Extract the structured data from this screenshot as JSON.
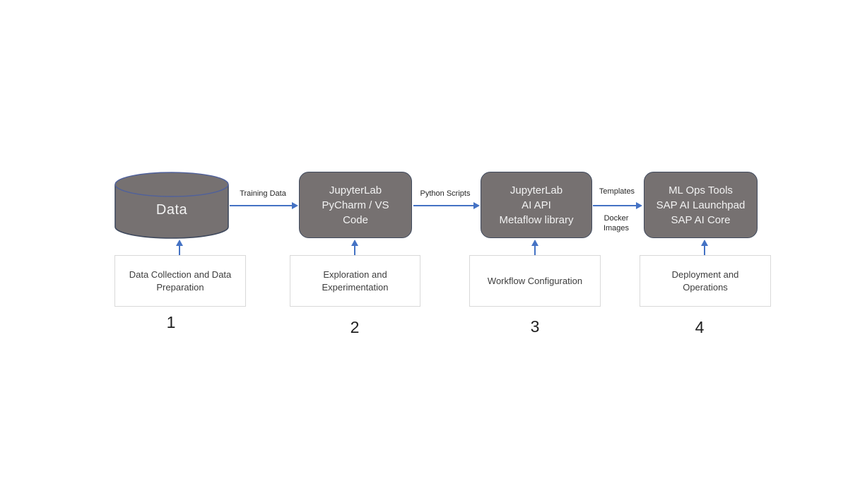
{
  "stages": [
    {
      "number": "1",
      "tool": {
        "shape": "cylinder",
        "lines": [
          "Data"
        ]
      },
      "activity": "Data Collection and Data Preparation"
    },
    {
      "number": "2",
      "tool": {
        "shape": "rounded-box",
        "lines": [
          "JupyterLab",
          "PyCharm / VS",
          "Code"
        ]
      },
      "activity": "Exploration and Experimentation"
    },
    {
      "number": "3",
      "tool": {
        "shape": "rounded-box",
        "lines": [
          "JupyterLab",
          "AI API",
          "Metaflow library"
        ]
      },
      "activity": "Workflow Configuration"
    },
    {
      "number": "4",
      "tool": {
        "shape": "rounded-box",
        "lines": [
          "ML Ops Tools",
          "SAP AI Launchpad",
          "SAP AI Core"
        ]
      },
      "activity": "Deployment and Operations"
    }
  ],
  "connections": [
    {
      "id": "data-to-ide",
      "label": "Training Data"
    },
    {
      "id": "ide-to-workflow",
      "label": "Python Scripts"
    },
    {
      "id": "workflow-to-mlops",
      "label_above": "Templates",
      "label_below_lines": [
        "Docker",
        "Images"
      ]
    }
  ],
  "colors": {
    "node_fill": "#767171",
    "node_border": "#404a5e",
    "cylinder_top_stroke": "#50619b",
    "arrow": "#4472c4",
    "activity_border": "#d9d9d9",
    "text_light": "#f2f2f2",
    "text_dark": "#262626"
  }
}
